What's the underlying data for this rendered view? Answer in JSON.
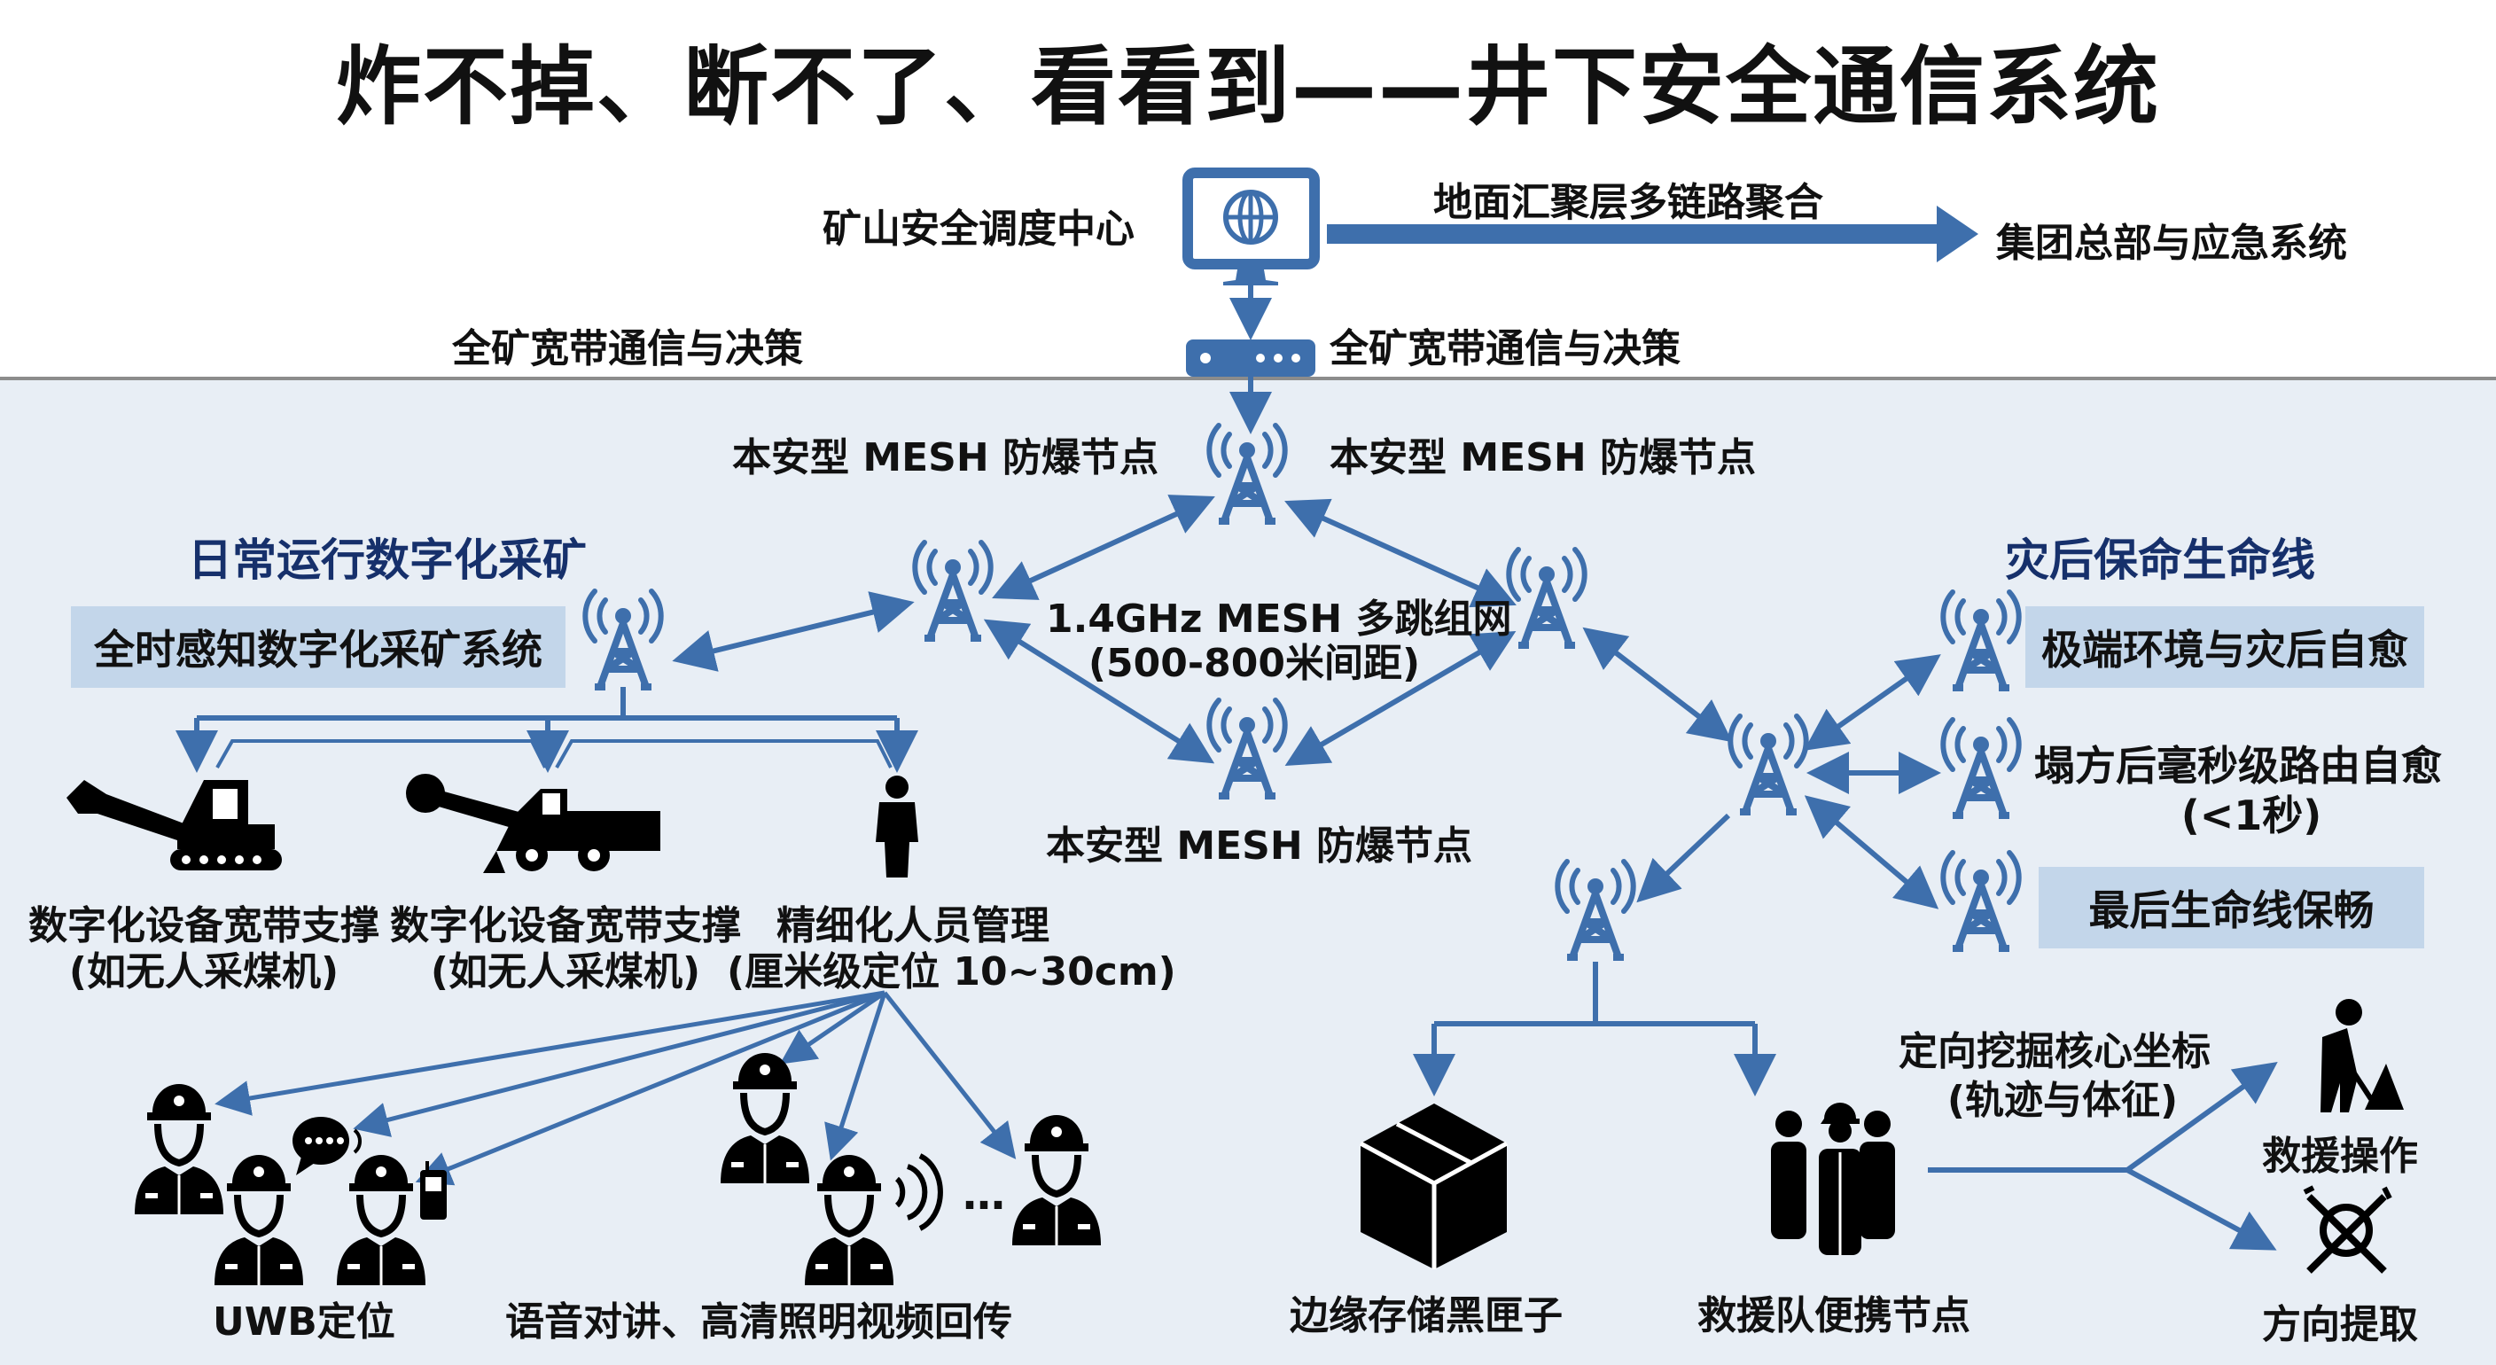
{
  "title": "炸不掉、断不了、看看到——井下安全通信系统",
  "colors": {
    "accent": "#3e6fac",
    "section": "#16306b",
    "box": "#c3d6ea",
    "underground_bg": "#e8eef5"
  },
  "surface": {
    "dispatch_center": "矿山安全调度中心",
    "aggregation_link": "地面汇聚层多链路聚合",
    "hq": "集团总部与应急系统",
    "broadband_left": "全矿宽带通信与决策",
    "broadband_right": "全矿宽带通信与决策",
    "icons": [
      "monitor-globe-icon",
      "router-icon"
    ]
  },
  "mesh": {
    "node_label_top_left": "本安型 MESH 防爆节点",
    "node_label_top_right": "本安型 MESH 防爆节点",
    "node_label_bottom": "本安型 MESH 防爆节点",
    "network_line1": "1.4GHz MESH 多跳组网",
    "network_line2": "(500-800米间距)"
  },
  "left": {
    "section_title": "日常运行数字化采矿",
    "system_box": "全时感知数字化采矿系统",
    "items": [
      {
        "line1": "数字化设备宽带支撑",
        "line2": "(如无人采煤机)",
        "icon": "excavator-icon"
      },
      {
        "line1": "数字化设备宽带支撑",
        "line2": "(如无人采煤机)",
        "icon": "shearer-icon"
      },
      {
        "line1": "精细化人员管理",
        "line2": "(厘米级定位 10~30cm)",
        "icon": "person-icon"
      }
    ],
    "uwb_label": "UWB定位",
    "voice_label": "语音对讲、高清照明视频回传",
    "ellipsis": "…"
  },
  "right": {
    "section_title": "灾后保命生命线",
    "items": [
      {
        "label": "极端环境与灾后自愈",
        "boxed": true
      },
      {
        "label": "塌方后毫秒级路由自愈",
        "sub": "(<1秒)",
        "boxed": false
      },
      {
        "label": "最后生命线保畅",
        "boxed": true
      }
    ],
    "black_box": "边缘存储黑匣子",
    "rescue_node": "救援队便携节点",
    "coords_line1": "定向挖掘核心坐标",
    "coords_line2": "(轨迹与体征)",
    "rescue_op": "救援操作",
    "direction": "方向提取"
  }
}
